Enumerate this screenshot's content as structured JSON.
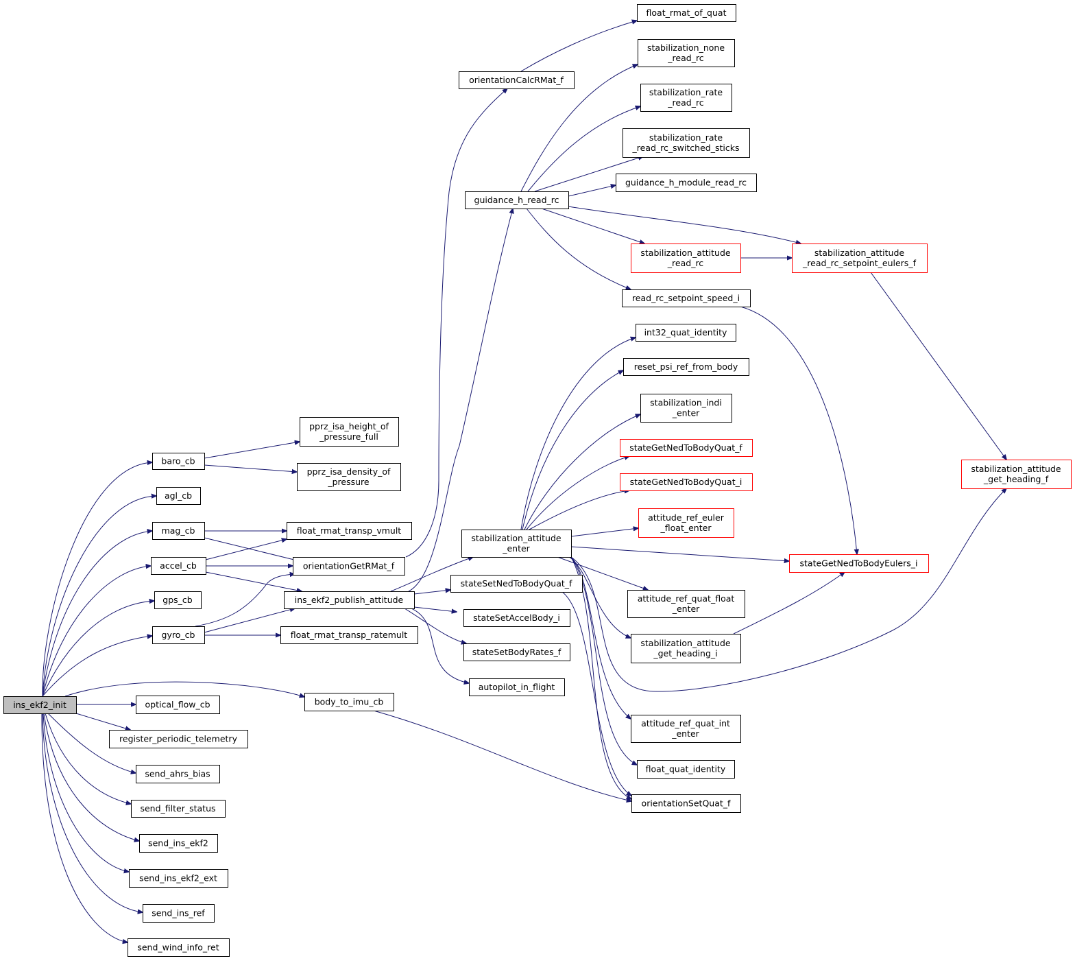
{
  "diagram": {
    "type": "call-graph",
    "colors": {
      "edge": "#191970",
      "node_border": "#000000",
      "truncated_border": "#ff0000",
      "root_fill": "#bfbfbf",
      "background": "#ffffff"
    },
    "nodes": [
      {
        "id": "n_root",
        "lines": [
          "ins_ekf2_init"
        ],
        "style": "root"
      },
      {
        "id": "n_baro_cb",
        "lines": [
          "baro_cb"
        ],
        "style": "normal"
      },
      {
        "id": "n_agl_cb",
        "lines": [
          "agl_cb"
        ],
        "style": "normal"
      },
      {
        "id": "n_mag_cb",
        "lines": [
          "mag_cb"
        ],
        "style": "normal"
      },
      {
        "id": "n_accel_cb",
        "lines": [
          "accel_cb"
        ],
        "style": "normal"
      },
      {
        "id": "n_gps_cb",
        "lines": [
          "gps_cb"
        ],
        "style": "normal"
      },
      {
        "id": "n_gyro_cb",
        "lines": [
          "gyro_cb"
        ],
        "style": "normal"
      },
      {
        "id": "n_optical",
        "lines": [
          "optical_flow_cb"
        ],
        "style": "normal"
      },
      {
        "id": "n_regtel",
        "lines": [
          "register_periodic_telemetry"
        ],
        "style": "normal"
      },
      {
        "id": "n_ahrsbias",
        "lines": [
          "send_ahrs_bias"
        ],
        "style": "normal"
      },
      {
        "id": "n_filter",
        "lines": [
          "send_filter_status"
        ],
        "style": "normal"
      },
      {
        "id": "n_insekf2",
        "lines": [
          "send_ins_ekf2"
        ],
        "style": "normal"
      },
      {
        "id": "n_insekf2ext",
        "lines": [
          "send_ins_ekf2_ext"
        ],
        "style": "normal"
      },
      {
        "id": "n_insref",
        "lines": [
          "send_ins_ref"
        ],
        "style": "normal"
      },
      {
        "id": "n_wind",
        "lines": [
          "send_wind_info_ret"
        ],
        "style": "normal"
      },
      {
        "id": "n_pprz_h",
        "lines": [
          "pprz_isa_height_of",
          "_pressure_full"
        ],
        "style": "normal"
      },
      {
        "id": "n_pprz_d",
        "lines": [
          "pprz_isa_density_of",
          "_pressure"
        ],
        "style": "normal"
      },
      {
        "id": "n_frtv",
        "lines": [
          "float_rmat_transp_vmult"
        ],
        "style": "normal"
      },
      {
        "id": "n_ogrm",
        "lines": [
          "orientationGetRMat_f"
        ],
        "style": "normal"
      },
      {
        "id": "n_pub",
        "lines": [
          "ins_ekf2_publish_attitude"
        ],
        "style": "normal"
      },
      {
        "id": "n_frtr",
        "lines": [
          "float_rmat_transp_ratemult"
        ],
        "style": "normal"
      },
      {
        "id": "n_b2i",
        "lines": [
          "body_to_imu_cb"
        ],
        "style": "normal"
      },
      {
        "id": "n_ocrm",
        "lines": [
          "orientationCalcRMat_f"
        ],
        "style": "normal"
      },
      {
        "id": "n_ghrc",
        "lines": [
          "guidance_h_read_rc"
        ],
        "style": "normal"
      },
      {
        "id": "n_sae",
        "lines": [
          "stabilization_attitude",
          "_enter"
        ],
        "style": "normal"
      },
      {
        "id": "n_ssnbq",
        "lines": [
          "stateSetNedToBodyQuat_f"
        ],
        "style": "normal"
      },
      {
        "id": "n_ssab",
        "lines": [
          "stateSetAccelBody_i"
        ],
        "style": "normal"
      },
      {
        "id": "n_ssbr",
        "lines": [
          "stateSetBodyRates_f"
        ],
        "style": "normal"
      },
      {
        "id": "n_aif",
        "lines": [
          "autopilot_in_flight"
        ],
        "style": "normal"
      },
      {
        "id": "n_frq",
        "lines": [
          "float_rmat_of_quat"
        ],
        "style": "normal"
      },
      {
        "id": "n_snrr",
        "lines": [
          "stabilization_none",
          "_read_rc"
        ],
        "style": "normal"
      },
      {
        "id": "n_srrr",
        "lines": [
          "stabilization_rate",
          "_read_rc"
        ],
        "style": "normal"
      },
      {
        "id": "n_srrs",
        "lines": [
          "stabilization_rate",
          "_read_rc_switched_sticks"
        ],
        "style": "normal"
      },
      {
        "id": "n_ghmr",
        "lines": [
          "guidance_h_module_read_rc"
        ],
        "style": "normal"
      },
      {
        "id": "n_sarr",
        "lines": [
          "stabilization_attitude",
          "_read_rc"
        ],
        "style": "red"
      },
      {
        "id": "n_rrss",
        "lines": [
          "read_rc_setpoint_speed_i"
        ],
        "style": "normal"
      },
      {
        "id": "n_iqi",
        "lines": [
          "int32_quat_identity"
        ],
        "style": "normal"
      },
      {
        "id": "n_rprb",
        "lines": [
          "reset_psi_ref_from_body"
        ],
        "style": "normal"
      },
      {
        "id": "n_sie",
        "lines": [
          "stabilization_indi",
          "_enter"
        ],
        "style": "normal"
      },
      {
        "id": "n_sgnbqf",
        "lines": [
          "stateGetNedToBodyQuat_f"
        ],
        "style": "red"
      },
      {
        "id": "n_sgnbqi",
        "lines": [
          "stateGetNedToBodyQuat_i"
        ],
        "style": "red"
      },
      {
        "id": "n_aref",
        "lines": [
          "attitude_ref_euler",
          "_float_enter"
        ],
        "style": "red"
      },
      {
        "id": "n_arqf",
        "lines": [
          "attitude_ref_quat_float",
          "_enter"
        ],
        "style": "normal"
      },
      {
        "id": "n_saghi",
        "lines": [
          "stabilization_attitude",
          "_get_heading_i"
        ],
        "style": "normal"
      },
      {
        "id": "n_arqi",
        "lines": [
          "attitude_ref_quat_int",
          "_enter"
        ],
        "style": "normal"
      },
      {
        "id": "n_fqi",
        "lines": [
          "float_quat_identity"
        ],
        "style": "normal"
      },
      {
        "id": "n_osq",
        "lines": [
          "orientationSetQuat_f"
        ],
        "style": "normal"
      },
      {
        "id": "n_sarrse",
        "lines": [
          "stabilization_attitude",
          "_read_rc_setpoint_eulers_f"
        ],
        "style": "red"
      },
      {
        "id": "n_sgnbe",
        "lines": [
          "stateGetNedToBodyEulers_i"
        ],
        "style": "red"
      },
      {
        "id": "n_saghf",
        "lines": [
          "stabilization_attitude",
          "_get_heading_f"
        ],
        "style": "red"
      }
    ],
    "edges": [
      [
        "n_root",
        "n_baro_cb"
      ],
      [
        "n_root",
        "n_agl_cb"
      ],
      [
        "n_root",
        "n_mag_cb"
      ],
      [
        "n_root",
        "n_accel_cb"
      ],
      [
        "n_root",
        "n_gps_cb"
      ],
      [
        "n_root",
        "n_gyro_cb"
      ],
      [
        "n_root",
        "n_optical"
      ],
      [
        "n_root",
        "n_regtel"
      ],
      [
        "n_root",
        "n_ahrsbias"
      ],
      [
        "n_root",
        "n_filter"
      ],
      [
        "n_root",
        "n_insekf2"
      ],
      [
        "n_root",
        "n_insekf2ext"
      ],
      [
        "n_root",
        "n_insref"
      ],
      [
        "n_root",
        "n_wind"
      ],
      [
        "n_root",
        "n_b2i"
      ],
      [
        "n_baro_cb",
        "n_pprz_h"
      ],
      [
        "n_baro_cb",
        "n_pprz_d"
      ],
      [
        "n_mag_cb",
        "n_frtv"
      ],
      [
        "n_mag_cb",
        "n_ogrm"
      ],
      [
        "n_accel_cb",
        "n_frtv"
      ],
      [
        "n_accel_cb",
        "n_ogrm"
      ],
      [
        "n_accel_cb",
        "n_pub"
      ],
      [
        "n_gyro_cb",
        "n_ogrm"
      ],
      [
        "n_gyro_cb",
        "n_pub"
      ],
      [
        "n_gyro_cb",
        "n_frtr"
      ],
      [
        "n_ogrm",
        "n_ocrm"
      ],
      [
        "n_ocrm",
        "n_frq"
      ],
      [
        "n_pub",
        "n_ghrc"
      ],
      [
        "n_pub",
        "n_sae"
      ],
      [
        "n_pub",
        "n_ssnbq"
      ],
      [
        "n_pub",
        "n_ssab"
      ],
      [
        "n_pub",
        "n_ssbr"
      ],
      [
        "n_pub",
        "n_aif"
      ],
      [
        "n_ghrc",
        "n_snrr"
      ],
      [
        "n_ghrc",
        "n_srrr"
      ],
      [
        "n_ghrc",
        "n_srrs"
      ],
      [
        "n_ghrc",
        "n_ghmr"
      ],
      [
        "n_ghrc",
        "n_sarr"
      ],
      [
        "n_ghrc",
        "n_sarrse"
      ],
      [
        "n_ghrc",
        "n_rrss"
      ],
      [
        "n_sarr",
        "n_sarrse"
      ],
      [
        "n_sarrse",
        "n_saghf"
      ],
      [
        "n_rrss",
        "n_sgnbe"
      ],
      [
        "n_sae",
        "n_iqi"
      ],
      [
        "n_sae",
        "n_rprb"
      ],
      [
        "n_sae",
        "n_sie"
      ],
      [
        "n_sae",
        "n_sgnbqf"
      ],
      [
        "n_sae",
        "n_sgnbqi"
      ],
      [
        "n_sae",
        "n_aref"
      ],
      [
        "n_sae",
        "n_sgnbe"
      ],
      [
        "n_sae",
        "n_arqf"
      ],
      [
        "n_sae",
        "n_saghi"
      ],
      [
        "n_sae",
        "n_saghf"
      ],
      [
        "n_sae",
        "n_arqi"
      ],
      [
        "n_sae",
        "n_fqi"
      ],
      [
        "n_sae",
        "n_osq"
      ],
      [
        "n_saghi",
        "n_sgnbe"
      ],
      [
        "n_ssnbq",
        "n_osq"
      ],
      [
        "n_b2i",
        "n_osq"
      ]
    ]
  }
}
